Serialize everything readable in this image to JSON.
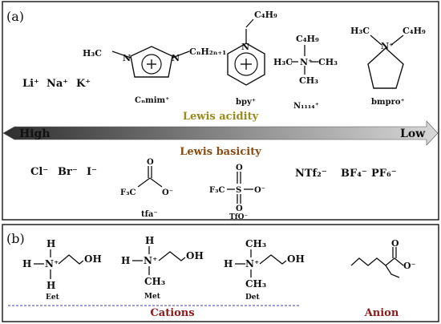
{
  "panel_a": {
    "label": "(a)",
    "metal_ions": [
      "Li⁺",
      "Na⁺",
      "K⁺"
    ],
    "cations": {
      "cnmim": {
        "methyl": "H₃C",
        "n1": "N",
        "n2": "N",
        "chain": "CₙH₂ₙ₊₁",
        "name": "Cₙmim⁺"
      },
      "bpy": {
        "chain": "C₄H₉",
        "n": "N",
        "name": "bpy⁺"
      },
      "n1114": {
        "chain": "C₄H₉",
        "n": "N⁺",
        "left": "H₃C",
        "right": "CH₃",
        "bottom": "CH₃",
        "name": "N₁₁₁₄⁺"
      },
      "bmpro": {
        "methyl": "H₃C",
        "n": "N⁺",
        "chain": "C₄H₉",
        "name": "bmpro⁺"
      }
    },
    "arrow": {
      "high": "High",
      "low": "Low",
      "acidity": "Lewis acidity",
      "basicity": "Lewis basicity"
    },
    "halides": [
      "Cl⁻",
      "Br⁻",
      "I⁻"
    ],
    "tfa": {
      "carbon": "F₃C",
      "oxygen_top": "O",
      "oxygen_minus": "O⁻",
      "name": "tfa⁻"
    },
    "tfo": {
      "carbon": "F₃C",
      "sulfur": "S",
      "o_top": "O",
      "o_bottom": "O",
      "o_minus": "O⁻",
      "name": "TfO⁻"
    },
    "other_anions": [
      "NTf₂⁻",
      "BF₄⁻",
      "PF₆⁻"
    ]
  },
  "panel_b": {
    "label": "(b)",
    "eet": {
      "h_top": "H",
      "h_left": "H",
      "n": "N⁺",
      "h_bottom": "H",
      "oh": "OH",
      "name": "Eet"
    },
    "met": {
      "h_top": "H",
      "h_left": "H",
      "n": "N⁺",
      "bottom": "CH₃",
      "oh": "OH",
      "name": "Met"
    },
    "det": {
      "top": "CH₃",
      "h_left": "H",
      "n": "N⁺",
      "bottom": "CH₃",
      "oh": "OH",
      "name": "Det"
    },
    "anion_o": "O",
    "anion_o_minus": "O⁻",
    "cations_label": "Cations",
    "anion_label": "Anion"
  },
  "colors": {
    "acidity": "#9a8a1e",
    "basicity": "#8a4b12",
    "group_label": "#8b1a1a",
    "dashed": "#3b3bb0",
    "arrow_dark": "#3a3a3a",
    "arrow_light": "#cfcfcf"
  }
}
